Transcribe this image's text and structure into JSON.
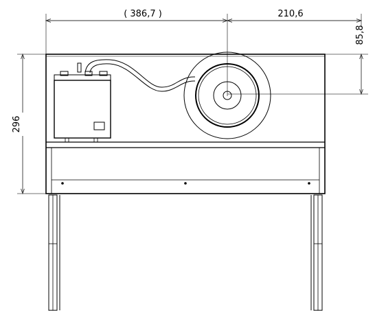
{
  "dimensions": {
    "overall_width": "( 386,7 )",
    "outlet_offset": "210,6",
    "outlet_height": "85,8",
    "height": "296"
  },
  "colors": {
    "line": "#000000",
    "dimension": "#333333",
    "background": "#ffffff"
  }
}
